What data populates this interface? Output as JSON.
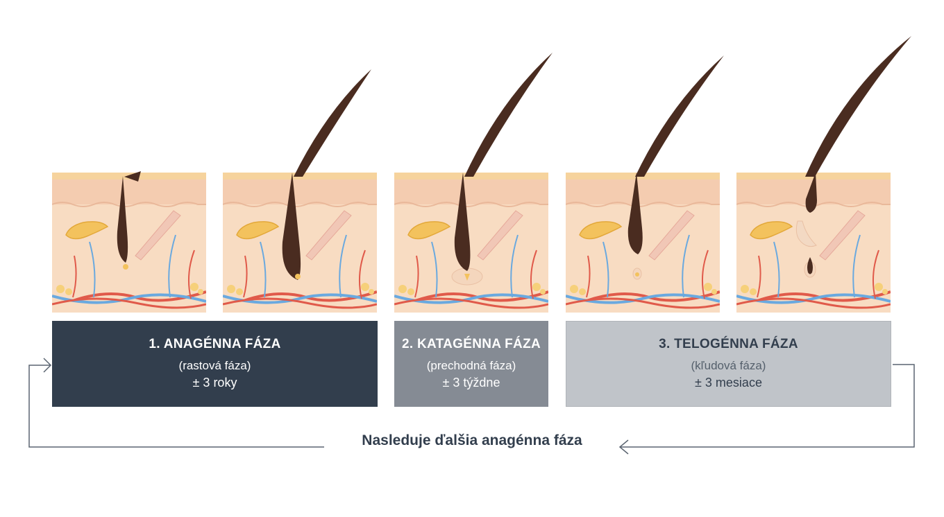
{
  "phases": [
    {
      "title": "1. ANAGÉNNA FÁZA",
      "subtitle": "(rastová fáza)",
      "duration": "± 3 roky"
    },
    {
      "title": "2. KATAGÉNNA FÁZA",
      "subtitle": "(prechodná fáza)",
      "duration": "± 3 týždne"
    },
    {
      "title": "3. TELOGÉNNA FÁZA",
      "subtitle": "(kľudová fáza)",
      "duration": "± 3 mesiace"
    }
  ],
  "cycle_note": "Nasleduje ďalšia anagénna fáza",
  "colors": {
    "anagen_box": "#323e4d",
    "catagen_box": "#858b94",
    "telogen_box": "#c0c4c9",
    "hair": "#4a2c20",
    "skin": "#f8dcc2",
    "artery": "#e05a4a",
    "vein": "#6aa9df",
    "gland": "#f3c25d"
  }
}
